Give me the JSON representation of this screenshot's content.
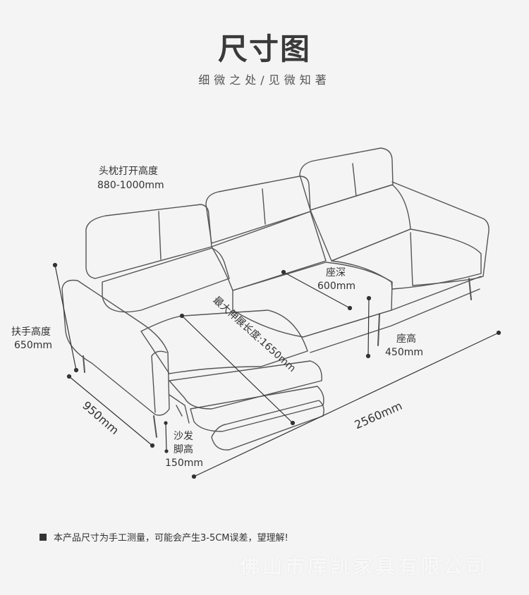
{
  "header": {
    "title": "尺寸图",
    "subtitle": "细微之处/见微知著"
  },
  "labels": {
    "headrest_title": "头枕打开高度",
    "headrest_value": "880-1000mm",
    "armrest_title": "扶手高度",
    "armrest_value": "650mm",
    "depth_total": "950mm",
    "seat_depth_title": "座深",
    "seat_depth_value": "600mm",
    "stretch": "最大伸展长度:1650mm",
    "seat_height_title": "座高",
    "seat_height_value": "450mm",
    "leg_height_line1": "沙发",
    "leg_height_line2": "脚高",
    "leg_height_value": "150mm",
    "width_total": "2560mm"
  },
  "footer": {
    "note": "本产品尺寸为手工测量，可能会产生3-5CM误差，望理解!",
    "watermark": "佛山市库凯家具有限公司"
  },
  "colors": {
    "background": "#f4f4f4",
    "line": "#555555",
    "text": "#333333"
  }
}
